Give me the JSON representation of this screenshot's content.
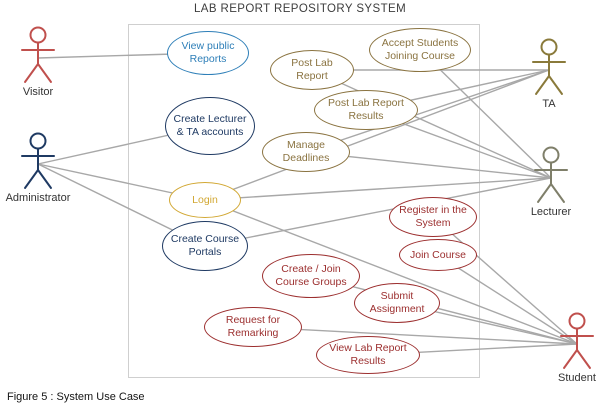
{
  "title": "LAB REPORT REPOSITORY SYSTEM",
  "caption": "Figure 5 : System Use Case",
  "colors": {
    "connector": "#a8a8a8",
    "boundary": "#cfcfcf",
    "background": "#ffffff"
  },
  "actors": [
    {
      "id": "visitor",
      "name": "Visitor",
      "color": "#c0504d"
    },
    {
      "id": "administrator",
      "name": "Administrator",
      "color": "#1f3a63"
    },
    {
      "id": "ta",
      "name": "TA",
      "color": "#8a7a3b"
    },
    {
      "id": "lecturer",
      "name": "Lecturer",
      "color": "#7f7f6a"
    },
    {
      "id": "student",
      "name": "Student",
      "color": "#c0504d"
    }
  ],
  "usecases": [
    {
      "id": "view-public-reports",
      "label": "View public Reports",
      "color": "#2e7fb8"
    },
    {
      "id": "post-lab-report",
      "label": "Post Lab Report",
      "color": "#8a7340"
    },
    {
      "id": "accept-students-joining-course",
      "label": "Accept Students Joining Course",
      "color": "#8a7340"
    },
    {
      "id": "create-lecturer-ta-accounts",
      "label": "Create Lecturer & TA accounts",
      "color": "#1f3a63"
    },
    {
      "id": "post-lab-report-results",
      "label": "Post Lab Report Results",
      "color": "#8a7340"
    },
    {
      "id": "manage-deadlines",
      "label": "Manage Deadlines",
      "color": "#8a7340"
    },
    {
      "id": "login",
      "label": "Login",
      "color": "#d2a834"
    },
    {
      "id": "register-in-the-system",
      "label": "Register in the System",
      "color": "#9c2f2f"
    },
    {
      "id": "create-course-portals",
      "label": "Create Course Portals",
      "color": "#1f3a63"
    },
    {
      "id": "join-course",
      "label": "Join Course",
      "color": "#9c2f2f"
    },
    {
      "id": "create-join-course-groups",
      "label": "Create / Join Course Groups",
      "color": "#9c2f2f"
    },
    {
      "id": "submit-assignment",
      "label": "Submit Assignment",
      "color": "#9c2f2f"
    },
    {
      "id": "request-for-remarking",
      "label": "Request for Remarking",
      "color": "#9c2f2f"
    },
    {
      "id": "view-lab-report-results",
      "label": "View Lab Report Results",
      "color": "#9c2f2f"
    }
  ],
  "connections": [
    {
      "from": "visitor",
      "to": "view-public-reports"
    },
    {
      "from": "administrator",
      "to": "create-lecturer-ta-accounts"
    },
    {
      "from": "administrator",
      "to": "login"
    },
    {
      "from": "administrator",
      "to": "create-course-portals"
    },
    {
      "from": "ta",
      "to": "post-lab-report"
    },
    {
      "from": "ta",
      "to": "post-lab-report-results"
    },
    {
      "from": "ta",
      "to": "manage-deadlines"
    },
    {
      "from": "ta",
      "to": "login"
    },
    {
      "from": "lecturer",
      "to": "accept-students-joining-course"
    },
    {
      "from": "lecturer",
      "to": "post-lab-report"
    },
    {
      "from": "lecturer",
      "to": "post-lab-report-results"
    },
    {
      "from": "lecturer",
      "to": "manage-deadlines"
    },
    {
      "from": "lecturer",
      "to": "login"
    },
    {
      "from": "lecturer",
      "to": "create-course-portals"
    },
    {
      "from": "student",
      "to": "login"
    },
    {
      "from": "student",
      "to": "register-in-the-system"
    },
    {
      "from": "student",
      "to": "join-course"
    },
    {
      "from": "student",
      "to": "create-join-course-groups"
    },
    {
      "from": "student",
      "to": "submit-assignment"
    },
    {
      "from": "student",
      "to": "request-for-remarking"
    },
    {
      "from": "student",
      "to": "view-lab-report-results"
    }
  ]
}
